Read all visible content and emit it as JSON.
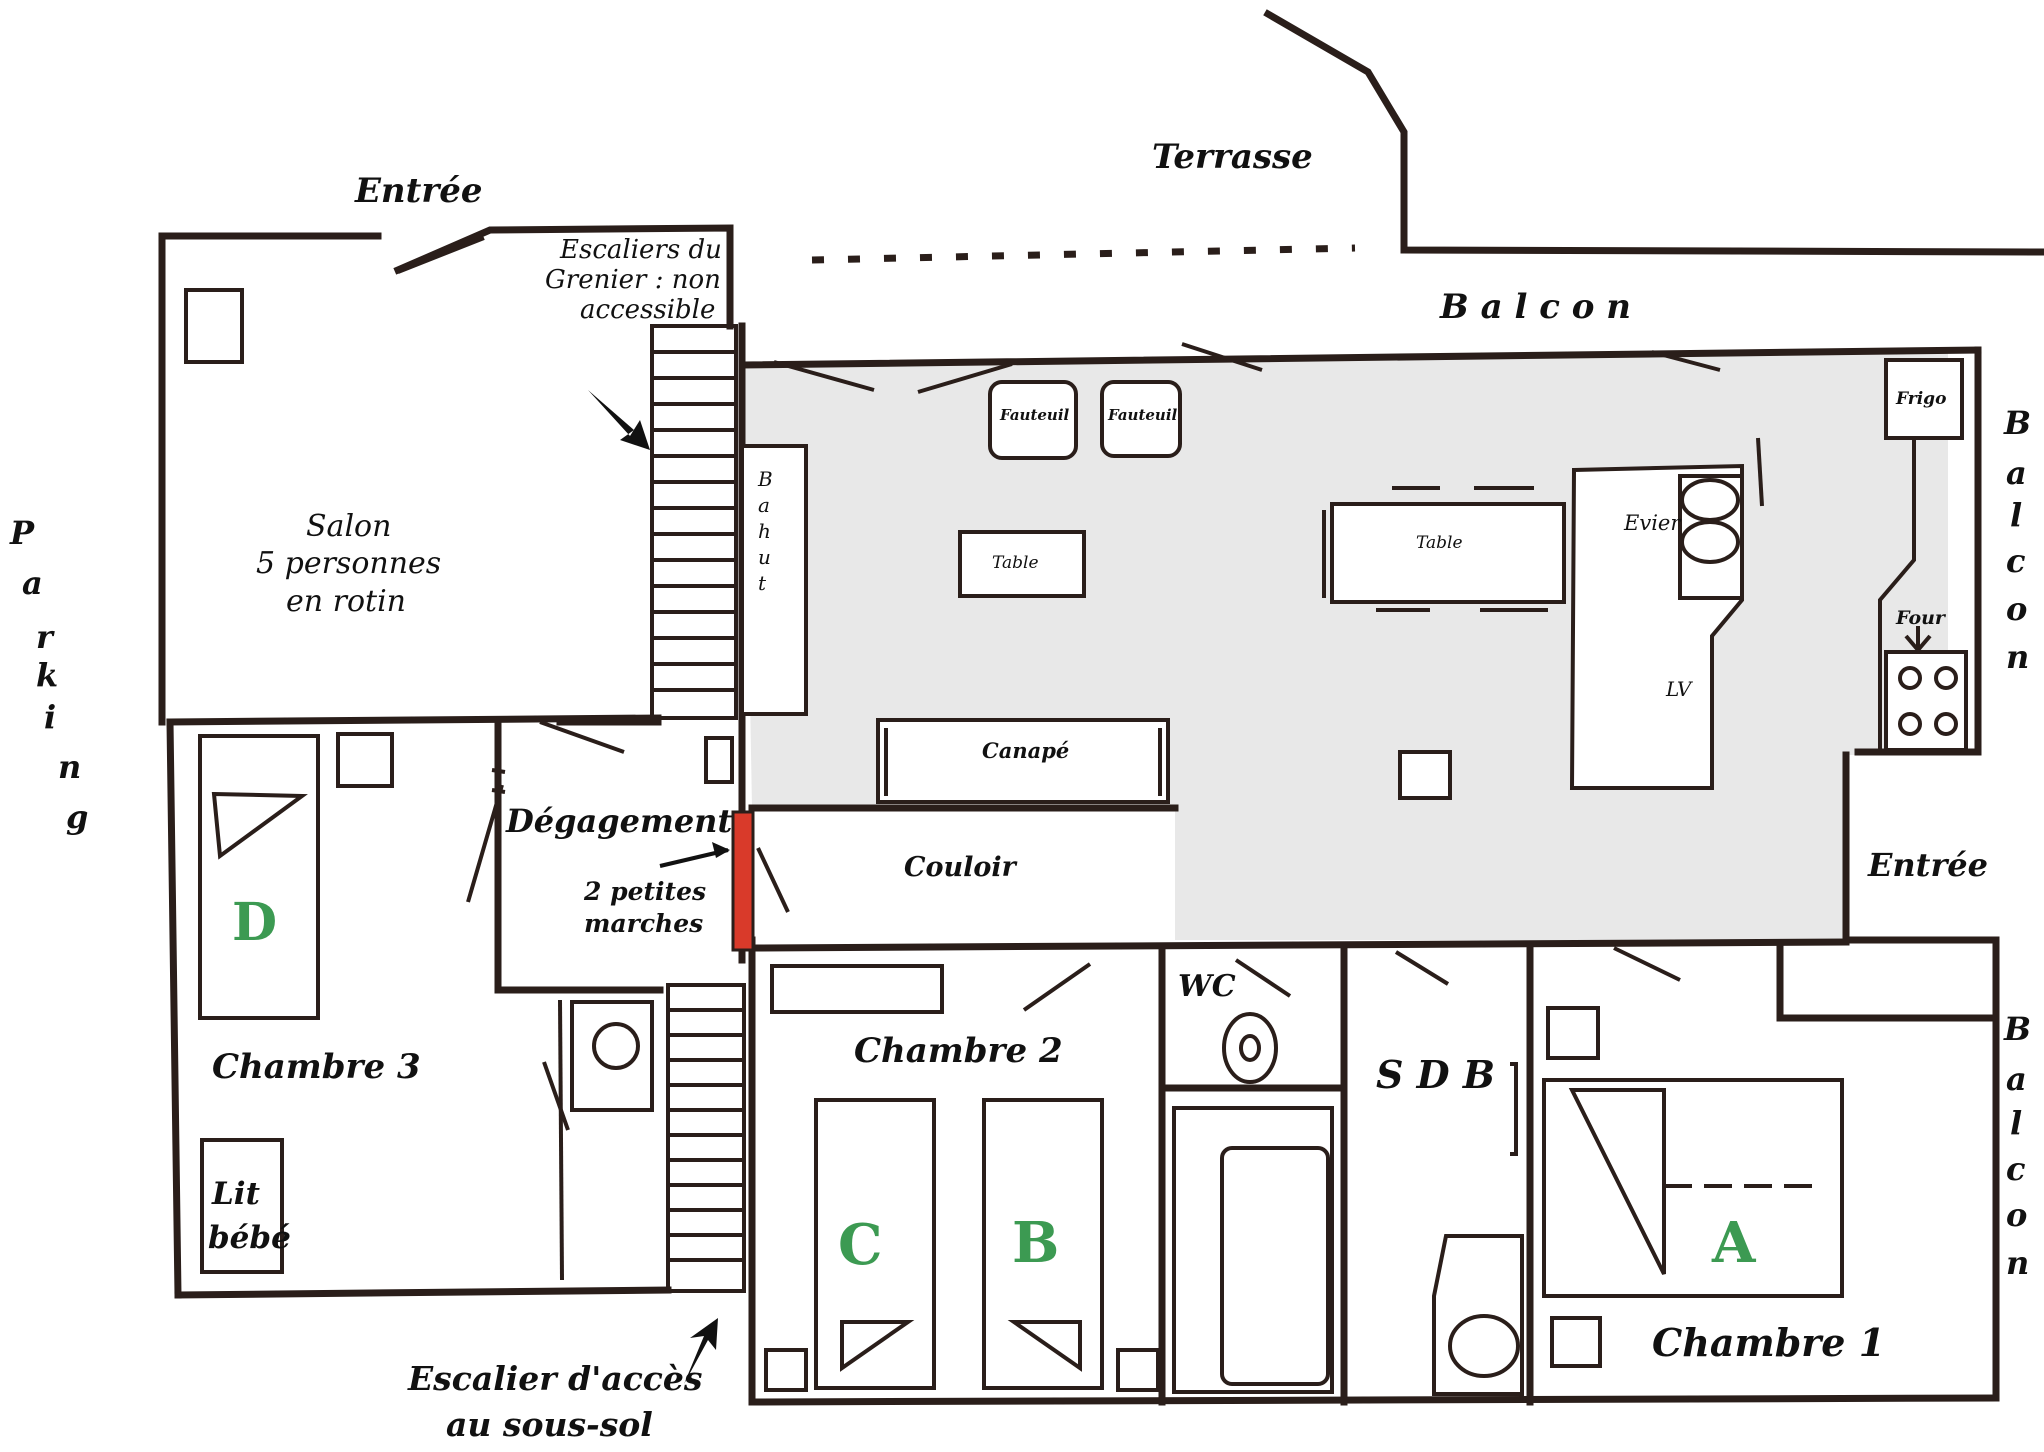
{
  "labels": {
    "terrasse": "Terrasse",
    "entree_top": "Entrée",
    "escaliers_line1": "Escaliers du",
    "escaliers_line2": "Grenier : non",
    "escaliers_line3": "accessible",
    "balcon_top": "B a l c o n",
    "salon_line1": "Salon",
    "salon_line2": "5 personnes",
    "salon_line3": "en rotin",
    "parking": [
      "P",
      "a",
      "r",
      "k",
      "i",
      "n",
      "g"
    ],
    "bahut": [
      "B",
      "a",
      "h",
      "u",
      "t"
    ],
    "fauteuil_1": "Fauteuil",
    "fauteuil_2": "Fauteuil",
    "table_small": "Table",
    "table_large": "Table",
    "evier": "Evier",
    "frigo": "Frigo",
    "four": "Four",
    "lv": "LV",
    "canape": "Canapé",
    "couloir": "Couloir",
    "degagement": "Dégagement",
    "marches_line1": "2 petites",
    "marches_line2": "marches",
    "entree_right": "Entrée",
    "balcon_right_top": [
      "B",
      "a",
      "l",
      "c",
      "o",
      "n"
    ],
    "balcon_right_bottom": [
      "B",
      "a",
      "l",
      "c",
      "o",
      "n"
    ],
    "chambre_3": "Chambre 3",
    "chambre_2": "Chambre 2",
    "chambre_1": "Chambre 1",
    "wc": "WC",
    "sdb": "S D B",
    "lit_bebe_line1": "Lit",
    "lit_bebe_line2": "bébé",
    "escalier_sous_sol_line1": "Escalier d'accès",
    "escalier_sous_sol_line2": "au sous-sol"
  },
  "beds": {
    "a": "A",
    "b": "B",
    "c": "C",
    "d": "D"
  },
  "colors": {
    "wall": "#2a1e1a",
    "living_area": "#e8e8e8",
    "bed_letters": "#3c9a52",
    "step_marker": "#d93a2a"
  }
}
